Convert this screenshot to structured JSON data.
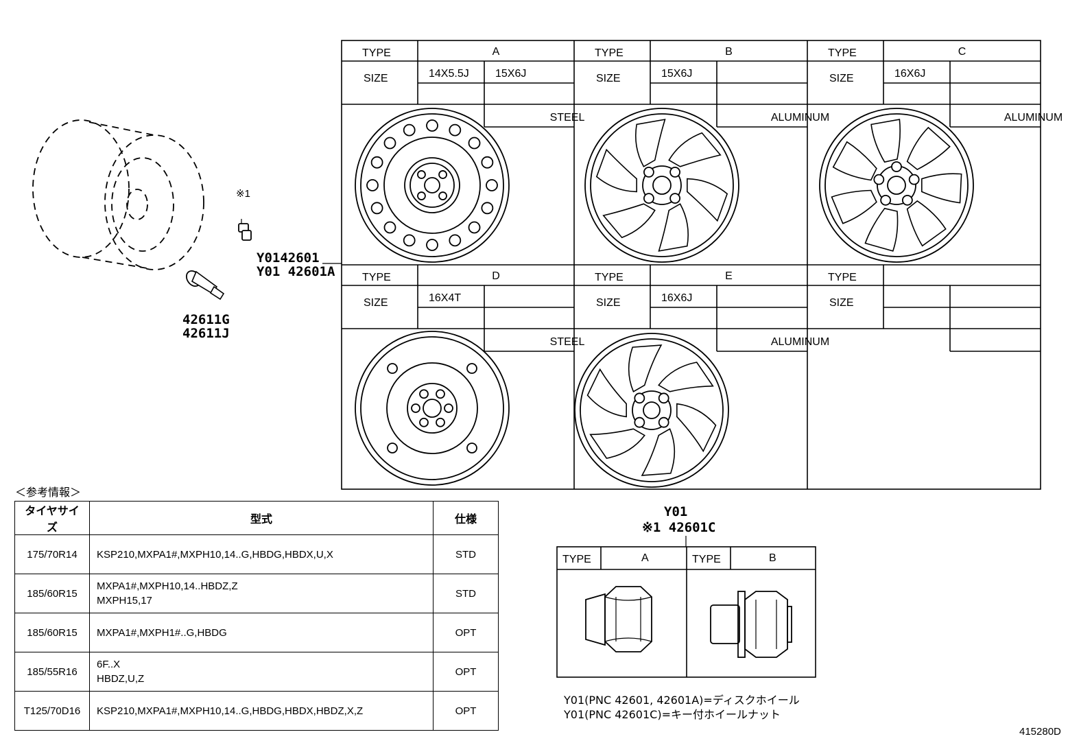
{
  "parts": {
    "wheel_pnc_1": "Y0142601",
    "wheel_pnc_2": "Y01 42601A",
    "valve_1": "42611G",
    "valve_2": "42611J",
    "nut_ref": "※1",
    "nut_group": "Y01",
    "nut_pnc": "※1 42601C"
  },
  "labels": {
    "type": "TYPE",
    "size": "SIZE"
  },
  "wheel_types": [
    {
      "type": "A",
      "sizes": [
        "14X5.5J",
        "15X6J"
      ],
      "material": "STEEL"
    },
    {
      "type": "B",
      "sizes": [
        "15X6J",
        ""
      ],
      "material": "ALUMINUM"
    },
    {
      "type": "C",
      "sizes": [
        "16X6J",
        ""
      ],
      "material": "ALUMINUM"
    },
    {
      "type": "D",
      "sizes": [
        "16X4T",
        ""
      ],
      "material": "STEEL"
    },
    {
      "type": "E",
      "sizes": [
        "16X6J",
        ""
      ],
      "material": "ALUMINUM"
    },
    {
      "type": "",
      "sizes": [
        "",
        ""
      ],
      "material": ""
    }
  ],
  "nut_types": [
    {
      "type": "A"
    },
    {
      "type": "B"
    }
  ],
  "reference": {
    "caption": "＜参考情報＞",
    "headers": {
      "tire_size": "タイヤサイズ",
      "model": "型式",
      "spec": "仕様"
    },
    "rows": [
      {
        "tire_size": "175/70R14",
        "model_1": "KSP210,MXPA1#,MXPH10,14..G,HBDG,HBDX,U,X",
        "model_2": "",
        "spec": "STD"
      },
      {
        "tire_size": "185/60R15",
        "model_1": "MXPA1#,MXPH10,14..HBDZ,Z",
        "model_2": "MXPH15,17",
        "spec": "STD"
      },
      {
        "tire_size": "185/60R15",
        "model_1": "MXPA1#,MXPH1#..G,HBDG",
        "model_2": "",
        "spec": "OPT"
      },
      {
        "tire_size": "185/55R16",
        "model_1": "6F..X",
        "model_2": "HBDZ,U,Z",
        "spec": "OPT"
      },
      {
        "tire_size": "T125/70D16",
        "model_1": "KSP210,MXPA1#,MXPH10,14..G,HBDG,HBDX,HBDZ,X,Z",
        "model_2": "",
        "spec": "OPT"
      }
    ]
  },
  "notes": {
    "line_1": "Y01(PNC 42601, 42601A)=ディスクホイール",
    "line_2": "Y01(PNC 42601C)=キー付ホイールナット"
  },
  "diagram_number": "415280D"
}
